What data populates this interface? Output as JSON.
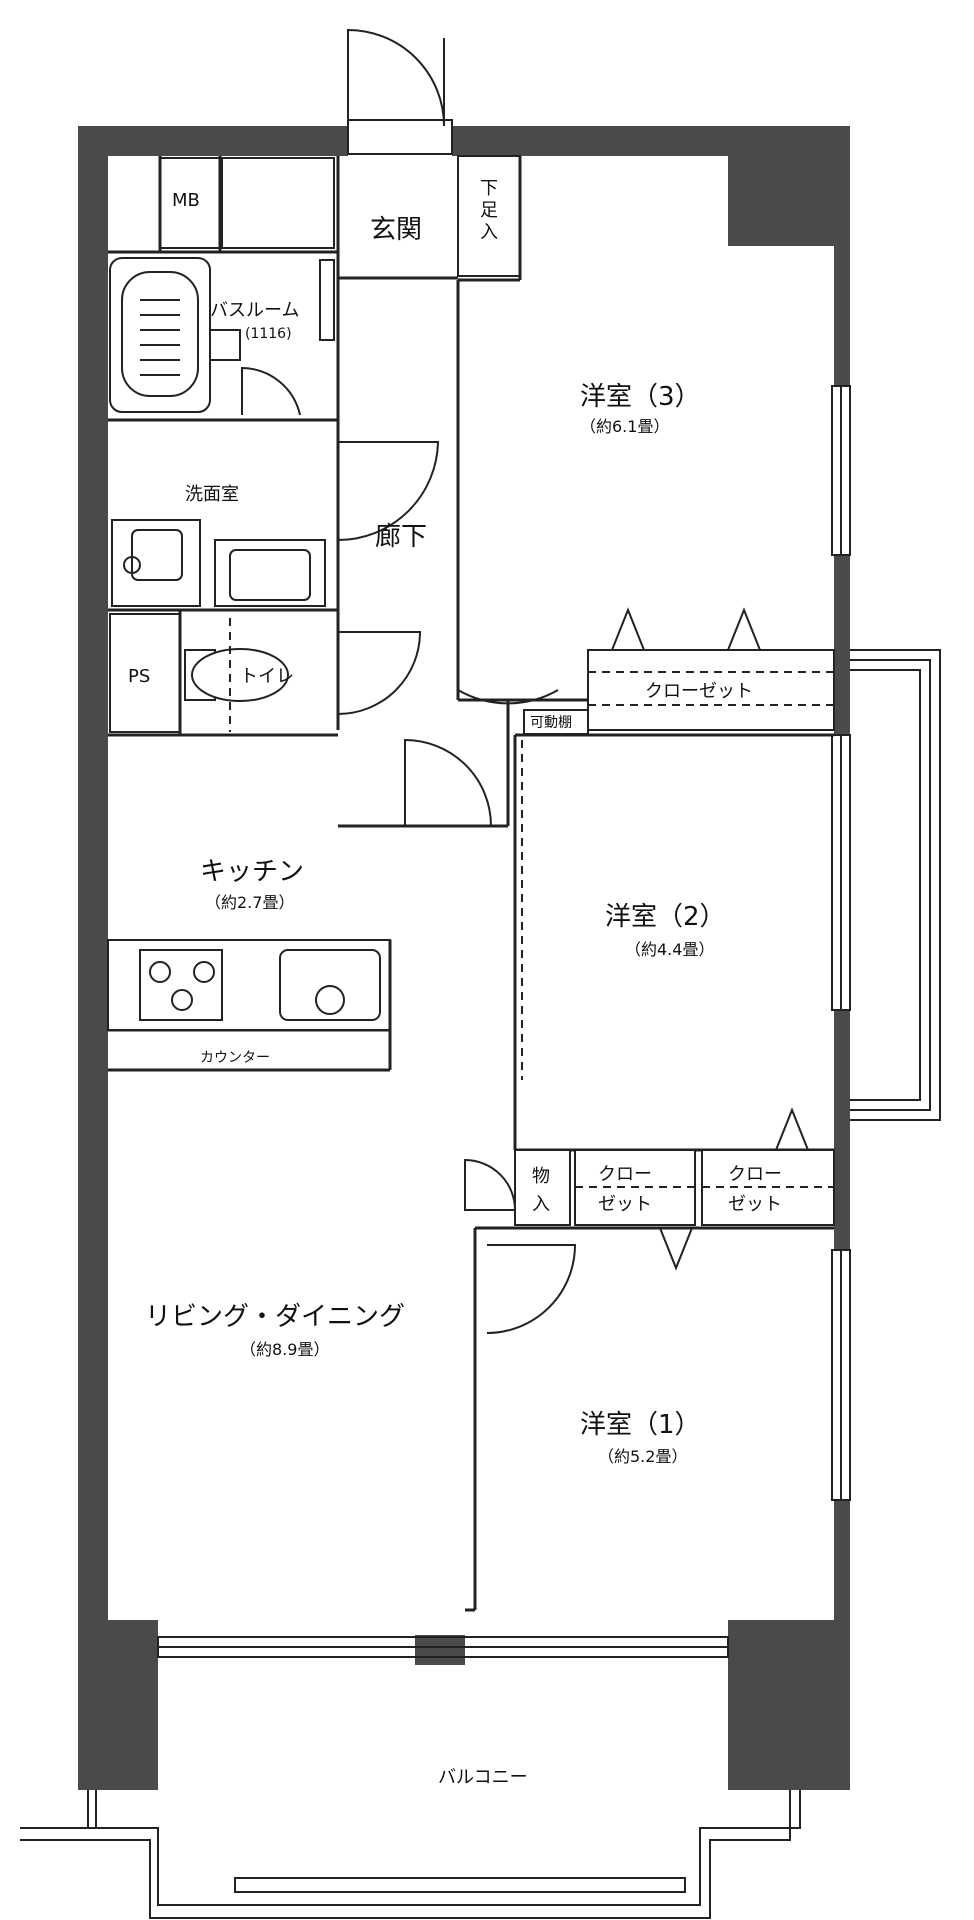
{
  "rooms": {
    "entrance": "玄関",
    "shoe_storage": [
      "下",
      "足",
      "入"
    ],
    "meter_box": "MB",
    "bathroom": "バスルーム",
    "bathroom_size": "(1116)",
    "washroom": "洗面室",
    "corridor": "廊下",
    "pipe_space": "PS",
    "toilet": "トイレ",
    "western_3": "洋室（3）",
    "western_3_area": "（約6.1畳）",
    "closet_3": "クローゼット",
    "movable_shelf": "可動棚",
    "western_2": "洋室（2）",
    "western_2_area": "（約4.4畳）",
    "kitchen": "キッチン",
    "kitchen_area": "（約2.7畳）",
    "counter": "カウンター",
    "storage": [
      "物",
      "入"
    ],
    "closet_a": [
      "クロー",
      "ゼット"
    ],
    "closet_b": [
      "クロー",
      "ゼット"
    ],
    "living_dining": "リビング・ダイニング",
    "living_dining_area": "（約8.9畳）",
    "western_1": "洋室（1）",
    "western_1_area": "（約5.2畳）",
    "balcony": "バルコニー"
  }
}
